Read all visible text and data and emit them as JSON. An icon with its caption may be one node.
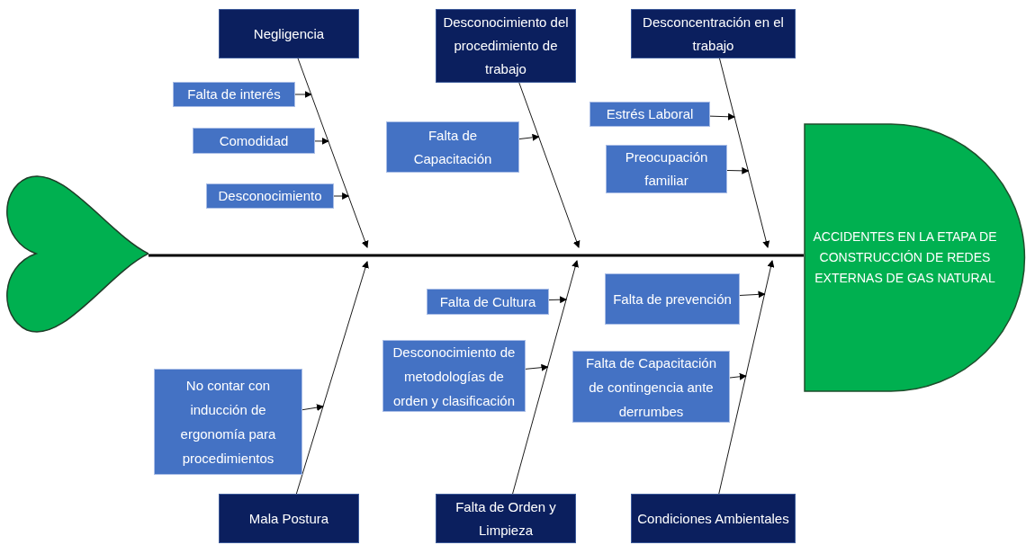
{
  "diagram": {
    "nodes": [
      {
        "text": [
          "Negligencia"
        ]
      },
      {
        "text": [
          "Falta de interés"
        ]
      },
      {
        "text": [
          "Comodidad"
        ]
      },
      {
        "text": [
          "Desconocimiento"
        ]
      },
      {
        "text": [
          "Desconocimiento del procedimiento de trabajo"
        ]
      },
      {
        "text": [
          "Falta de Capacitación"
        ]
      },
      {
        "text": [
          "Desconcentración en el trabajo"
        ]
      },
      {
        "text": [
          "Estrés Laboral"
        ]
      },
      {
        "text": [
          "Preocupación familiar"
        ]
      },
      {
        "text": [
          "ACCIDENTES EN LA ETAPA DE CONSTRUCCIÓN DE REDES EXTERNAS DE GAS NATURAL"
        ]
      },
      {
        "text": [],
        "shape": "heart"
      },
      {
        "text": [
          "Mala Postura"
        ]
      },
      {
        "text": [
          "No contar con inducción de ergonomía para procedimientos"
        ]
      },
      {
        "text": [
          "Falta de Orden y Limpieza"
        ]
      },
      {
        "text": [
          "Falta de Cultura"
        ]
      },
      {
        "text": [
          "Desconocimiento de metodologías de orden y clasificación"
        ]
      },
      {
        "text": [
          "Condiciones Ambientales"
        ]
      },
      {
        "text": [
          "Falta de prevención"
        ]
      },
      {
        "text": [
          "Falta de Capacitación de contingencia ante derrumbes"
        ]
      }
    ],
    "edges": [
      {
        "from": 0,
        "to": null,
        "arrow": "to"
      },
      {
        "from": 1,
        "to": null,
        "arrow": "to"
      },
      {
        "from": 2,
        "to": null,
        "arrow": "to"
      },
      {
        "from": 3,
        "to": null,
        "arrow": "to"
      },
      {
        "from": 4,
        "to": null,
        "arrow": "to"
      },
      {
        "from": 5,
        "to": null,
        "arrow": "to"
      },
      {
        "from": 6,
        "to": null,
        "arrow": "to"
      },
      {
        "from": 7,
        "to": null,
        "arrow": "to"
      },
      {
        "from": 8,
        "to": null,
        "arrow": "to"
      },
      {
        "from": 11,
        "to": null,
        "arrow": "to"
      },
      {
        "from": 12,
        "to": null,
        "arrow": "to"
      },
      {
        "from": 13,
        "to": null,
        "arrow": "to"
      },
      {
        "from": 14,
        "to": null,
        "arrow": "to"
      },
      {
        "from": 15,
        "to": null,
        "arrow": "to"
      },
      {
        "from": 16,
        "to": null,
        "arrow": "to"
      },
      {
        "from": 17,
        "to": null,
        "arrow": "to"
      },
      {
        "from": 18,
        "to": null,
        "arrow": "to"
      },
      {
        "from": 10,
        "to": 9,
        "arrow": "none",
        "style": "thick"
      }
    ]
  }
}
